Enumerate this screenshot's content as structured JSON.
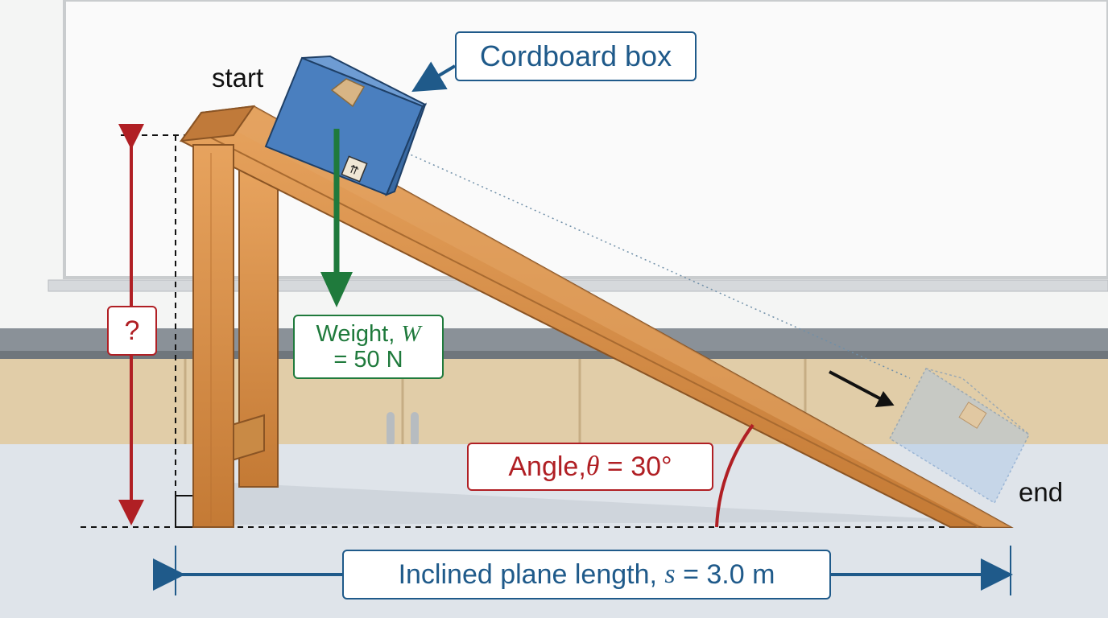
{
  "labels": {
    "start": "start",
    "end": "end",
    "box": "Cordboard box",
    "weight_prefix": "Weight, ",
    "weight_symbol": "W",
    "weight_value": "= 50 N",
    "height_unknown": "?",
    "angle_prefix": "Angle, ",
    "angle_symbol": "θ",
    "angle_value": " = 30°",
    "length_prefix": "Inclined plane length, ",
    "length_symbol": "s",
    "length_value": " = 3.0 m"
  },
  "colors": {
    "blue_accent": "#1f5a8a",
    "green_accent": "#1f7a3c",
    "red_accent": "#b01f24",
    "wood": "#d8914a",
    "box": "#4a7fbf"
  },
  "physics": {
    "weight_N": 50,
    "angle_deg": 30,
    "length_m": 3.0
  }
}
